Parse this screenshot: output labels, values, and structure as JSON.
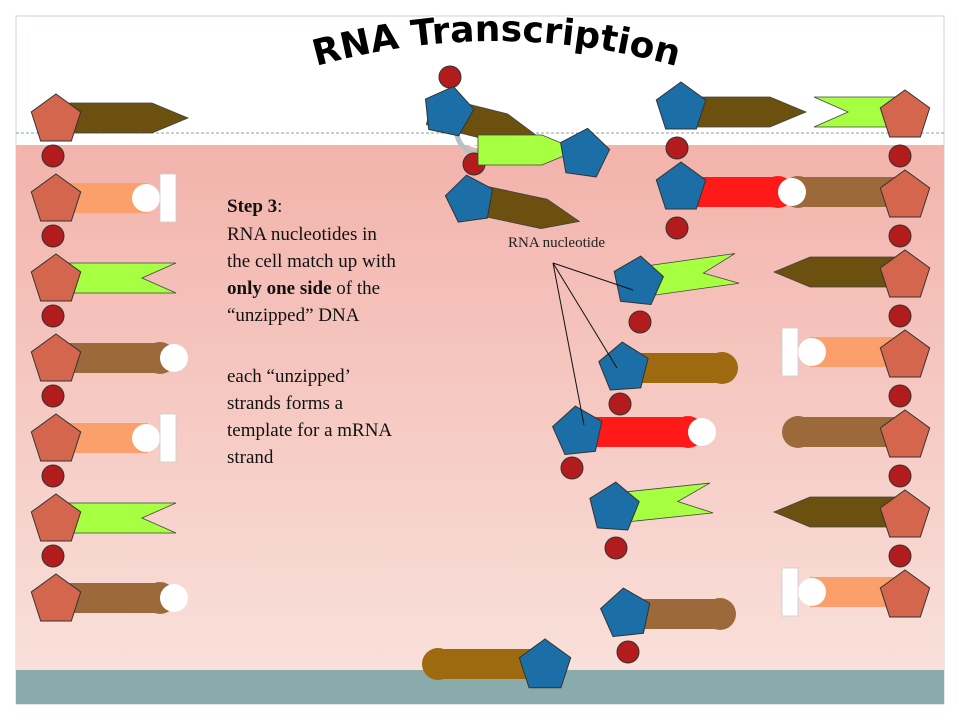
{
  "slide": {
    "title": "RNA Transcription",
    "step_label": "Step 3",
    "step_colon": ":",
    "paragraph1_line1": "RNA nucleotides in",
    "paragraph1_line2": "the cell match up with",
    "paragraph1_emphasis": "only one side",
    "paragraph1_line3_rest": " of the",
    "paragraph1_line4": "“unzipped” DNA",
    "paragraph2_lines": [
      "each “unzipped’",
      "strands forms a",
      "template for a mRNA",
      "strand"
    ],
    "nucleotide_label": "RNA nucleotide"
  },
  "colors": {
    "background_top": "#ffffff",
    "cell_top": "#f2b3ab",
    "cell_bottom": "#f8dcd6",
    "footer_bar": "#8aabab",
    "sugar_orange": "#d4664d",
    "sugar_blue": "#1b6fa6",
    "phosphate": "#b21c1c",
    "base_olive": "#6b5010",
    "base_salmon": "#fba06a",
    "base_green": "#a6ff40",
    "base_brown": "#9c6a3a",
    "base_red": "#ff1a1a",
    "base_gold": "#9e6a0f"
  }
}
